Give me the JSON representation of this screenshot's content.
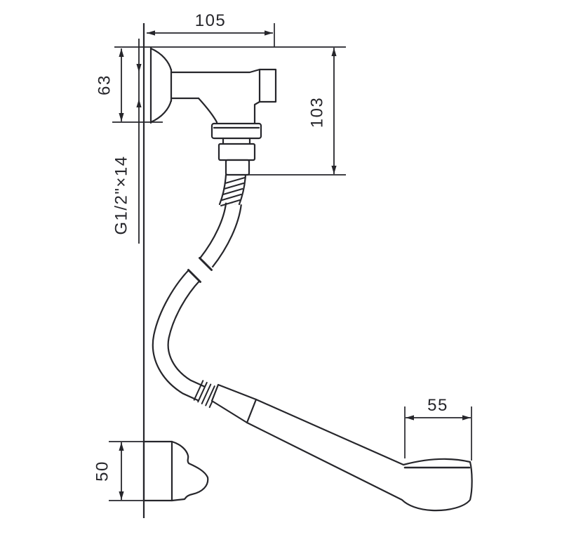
{
  "drawing": {
    "type": "technical-dimension-drawing",
    "subject": "wall-mounted self-closing valve with flexible hose, hand spray and wall bracket",
    "dimensions": {
      "top_width": "105",
      "flange_height": "63",
      "outlet_drop": "103",
      "inlet_thread": "G1/2\"×14",
      "head_width": "55",
      "bracket_height": "50"
    },
    "colors": {
      "line": "#26262b",
      "background": "#ffffff"
    }
  }
}
